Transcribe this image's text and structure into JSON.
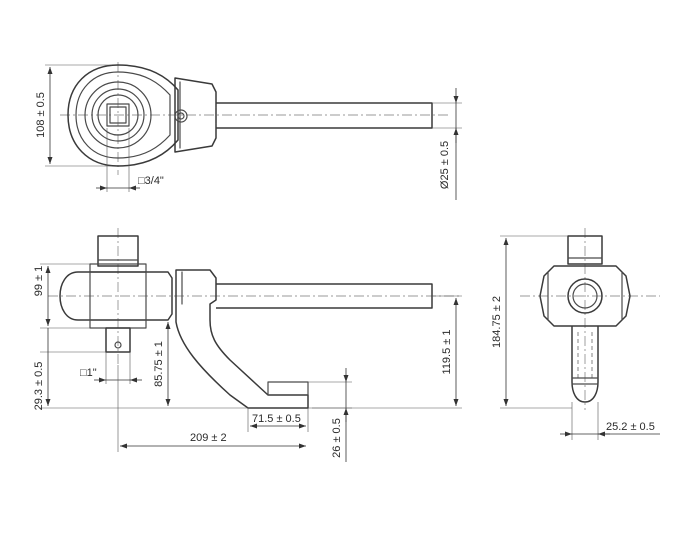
{
  "drawing": {
    "line_color": "#4a4a4a",
    "dimensions": {
      "top_height": "108 ± 0.5",
      "square_drive_top": "□3/4\"",
      "handle_diameter": "Ø25 ± 0.5",
      "head_height": "99 ± 1",
      "base_offset": "29.3 ± 0.5",
      "square_drive_bottom": "□1\"",
      "arm_height": "85.75 ± 1",
      "arm_reach": "71.5 ± 0.5",
      "overall_length": "209 ± 2",
      "foot_height": "26 ± 0.5",
      "handle_height": "119.5 ± 1",
      "side_height": "184.75 ± 2",
      "side_width": "25.2 ± 0.5"
    }
  }
}
